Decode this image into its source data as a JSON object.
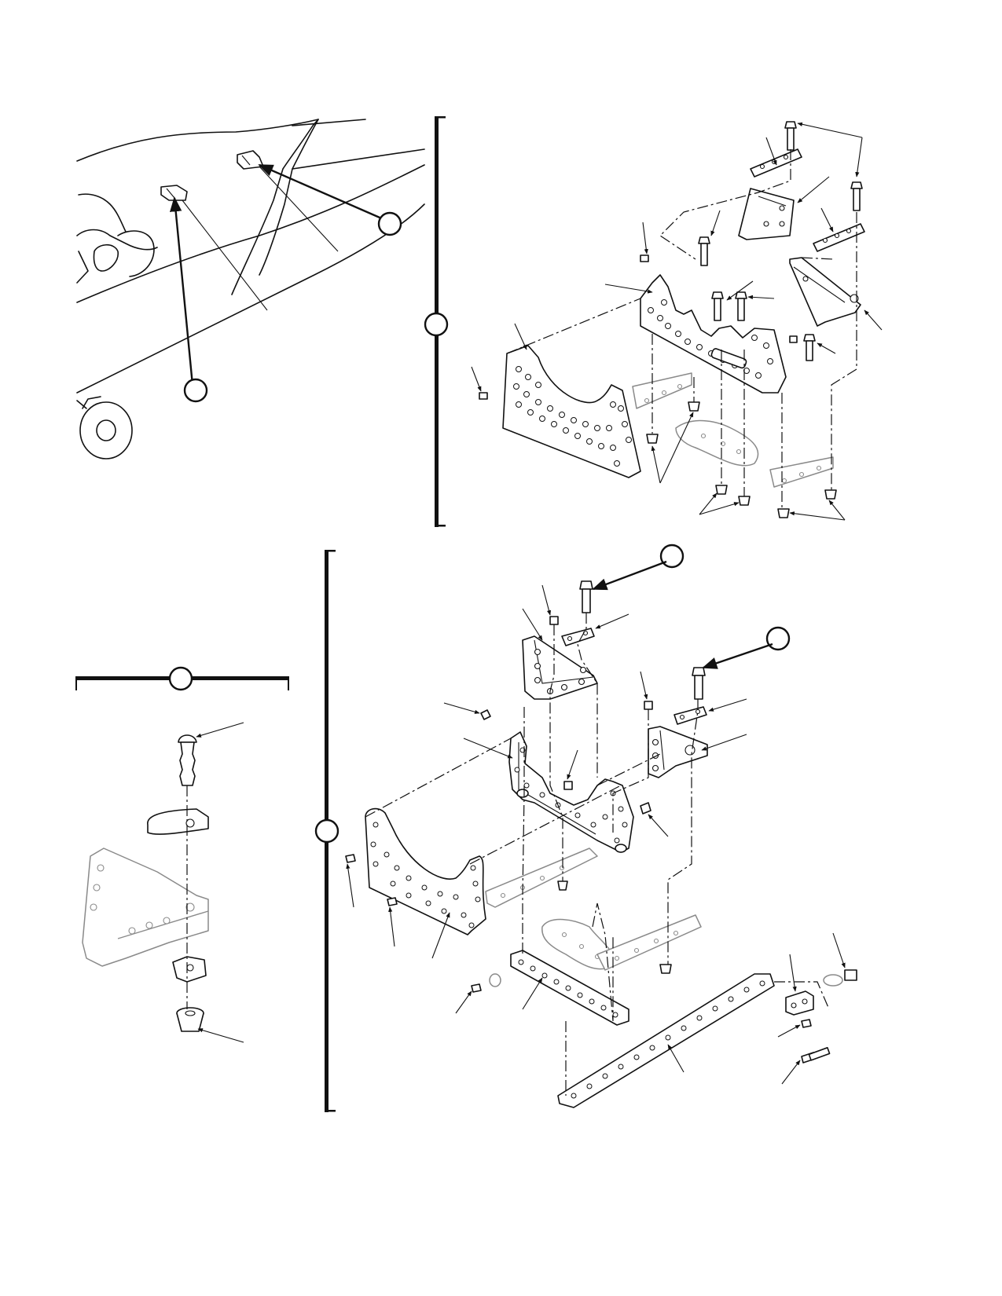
{
  "figure": {
    "views": [
      {
        "id": "aircraft-location-view",
        "callouts": [
          "",
          ""
        ]
      },
      {
        "id": "upper-assembly-view",
        "callout": ""
      },
      {
        "id": "lower-assembly-view",
        "callouts": [
          "",
          "",
          ""
        ]
      },
      {
        "id": "fastener-detail-view",
        "callout": ""
      }
    ]
  },
  "icons": {
    "arrow": "arrowhead-icon",
    "callout": "callout-circle-icon"
  },
  "colors": {
    "line": "#111111",
    "phantom": "#8a8a8a",
    "background": "#ffffff"
  }
}
